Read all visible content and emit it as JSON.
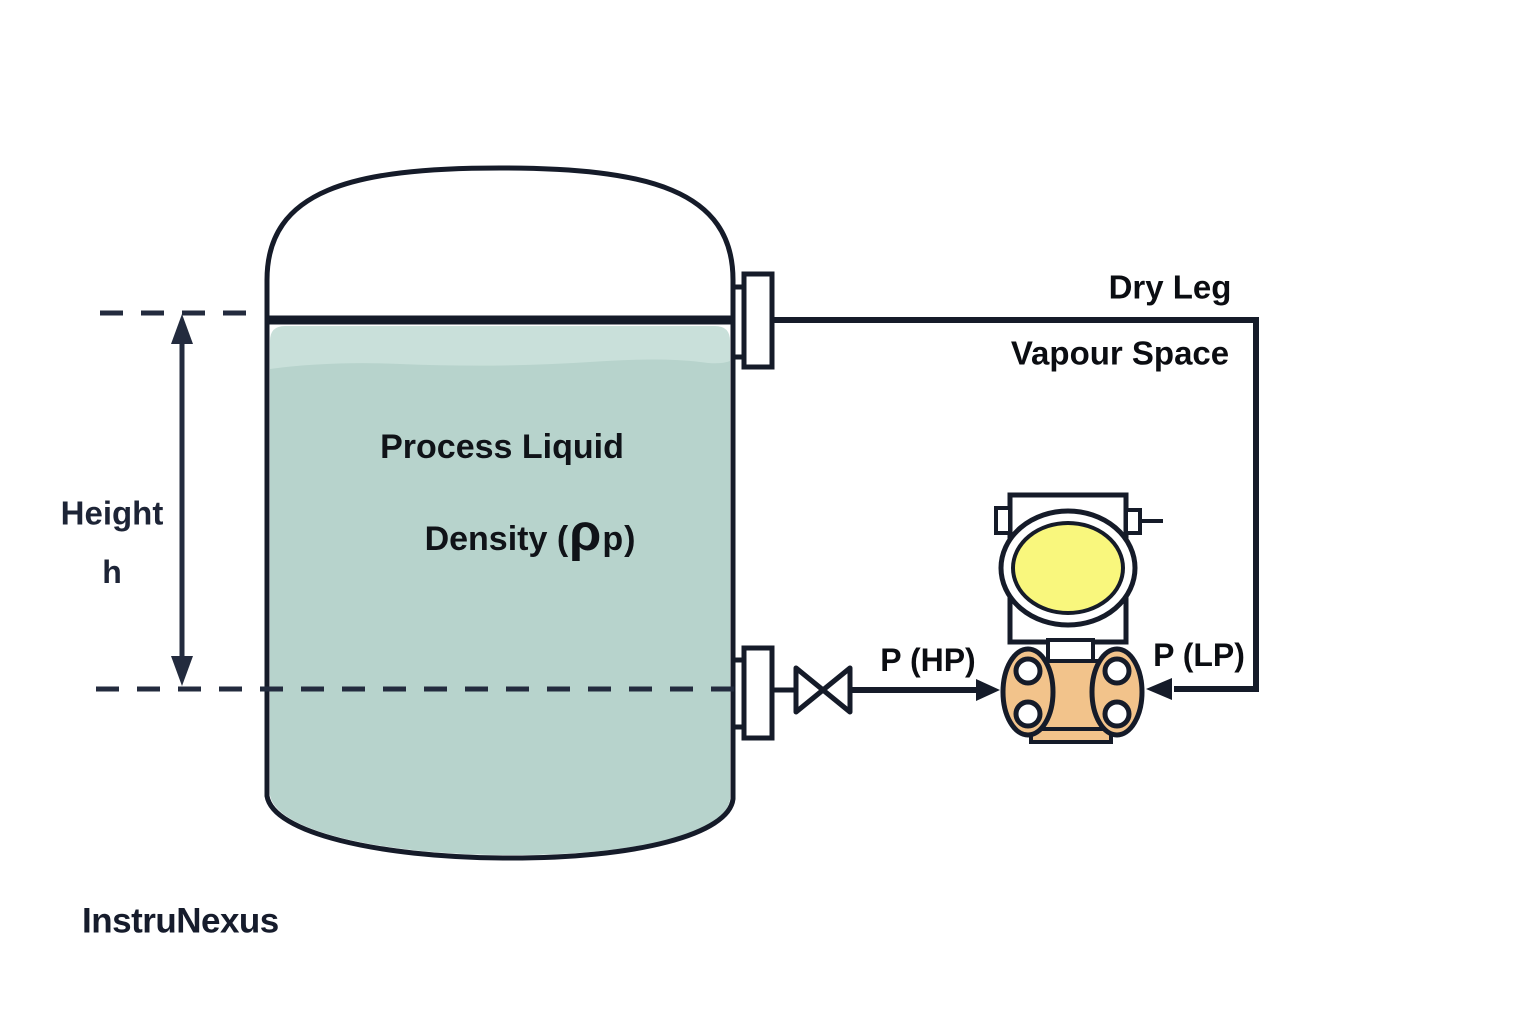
{
  "labels": {
    "dry_leg": "Dry Leg",
    "vapour_space": "Vapour Space",
    "hp_tap": "P (HP)",
    "lp_tap": "P (LP)",
    "process_liquid": "Process Liquid",
    "density_prefix": "Density (",
    "density_rho": "ρ",
    "density_subscript": "p",
    "density_suffix": ")",
    "height_word": "Height",
    "height_symbol": "h"
  },
  "brand": "InstruNexus",
  "colors": {
    "outline": "#151b29",
    "annotation": "#232b3e",
    "label_text": "#0b0d12",
    "navy_text": "#1d2436",
    "liquid_main": "#b7d3cc",
    "liquid_light": "#c9e0da",
    "display_yellow": "#f9f77d",
    "manifold_tan": "#f2c38b",
    "fill_white": "#ffffff"
  }
}
